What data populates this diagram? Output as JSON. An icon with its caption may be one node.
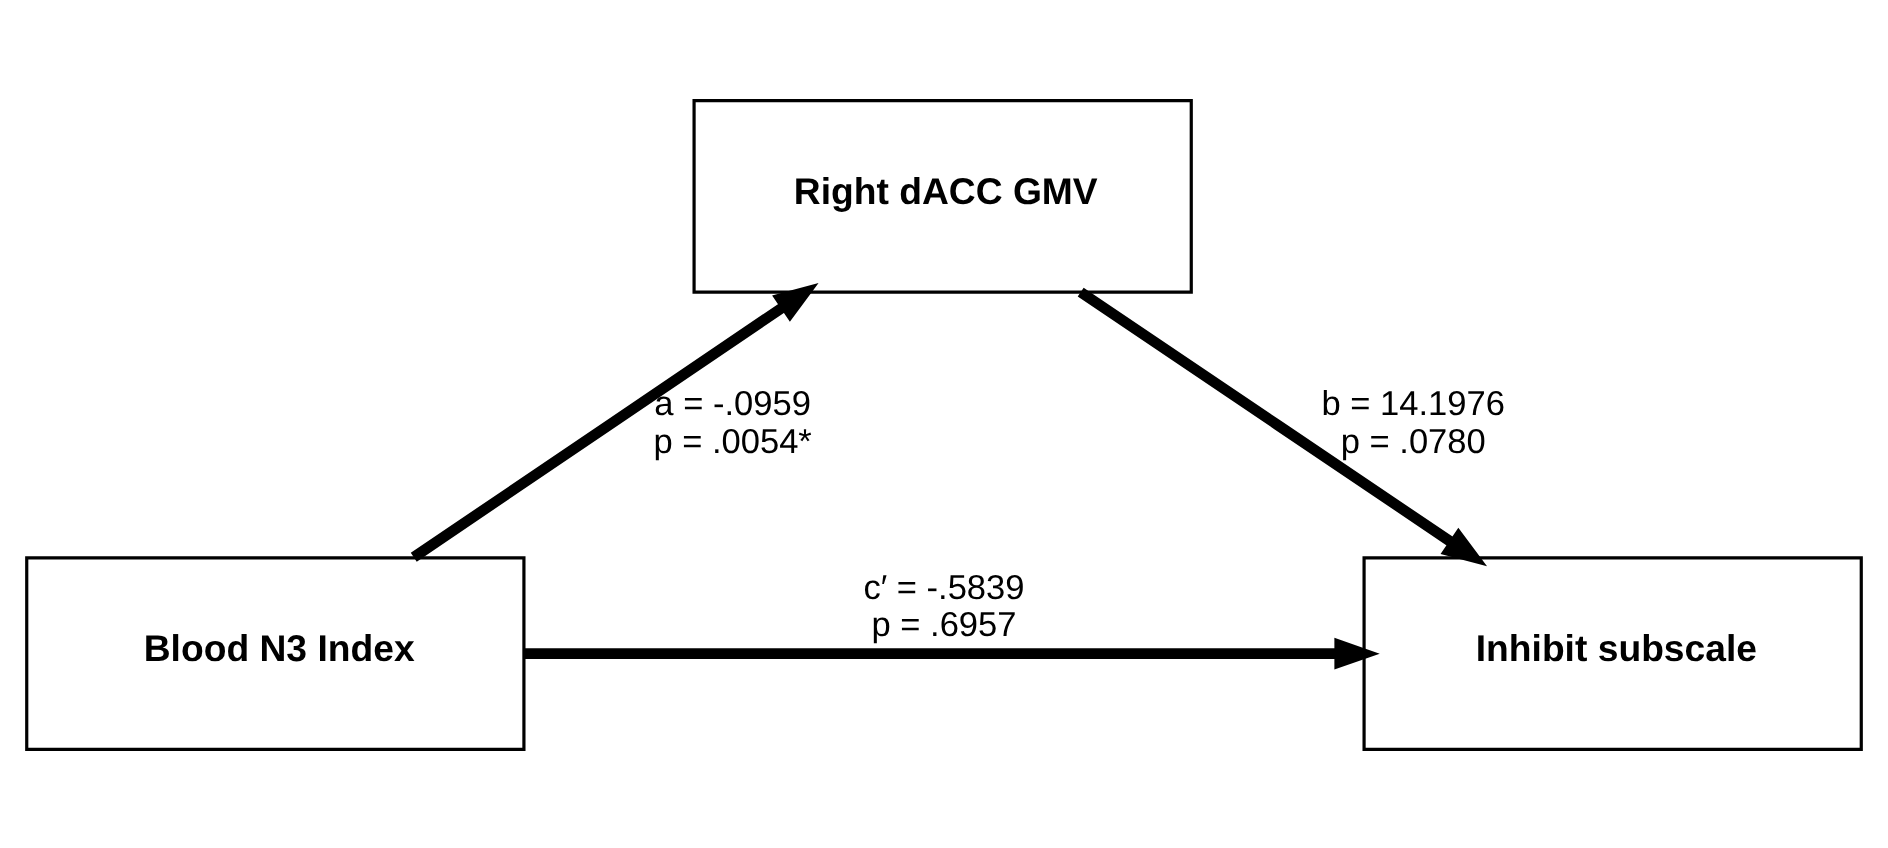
{
  "diagram": {
    "nodes": [
      {
        "text": [
          "Blood N3 Index"
        ]
      },
      {
        "text": [
          "Right dACC GMV"
        ]
      },
      {
        "text": [
          "Inhibit subscale"
        ]
      }
    ],
    "edges": [
      {
        "from": 0,
        "to": 1,
        "arrow": "to",
        "label": "a = -.0959 p = .0054*"
      },
      {
        "from": 1,
        "to": 2,
        "arrow": "to",
        "label": "b = 14.1976 p = .0780"
      },
      {
        "from": 0,
        "to": 2,
        "arrow": "to",
        "label": "c′ = -.5839 p = .6957"
      }
    ]
  }
}
